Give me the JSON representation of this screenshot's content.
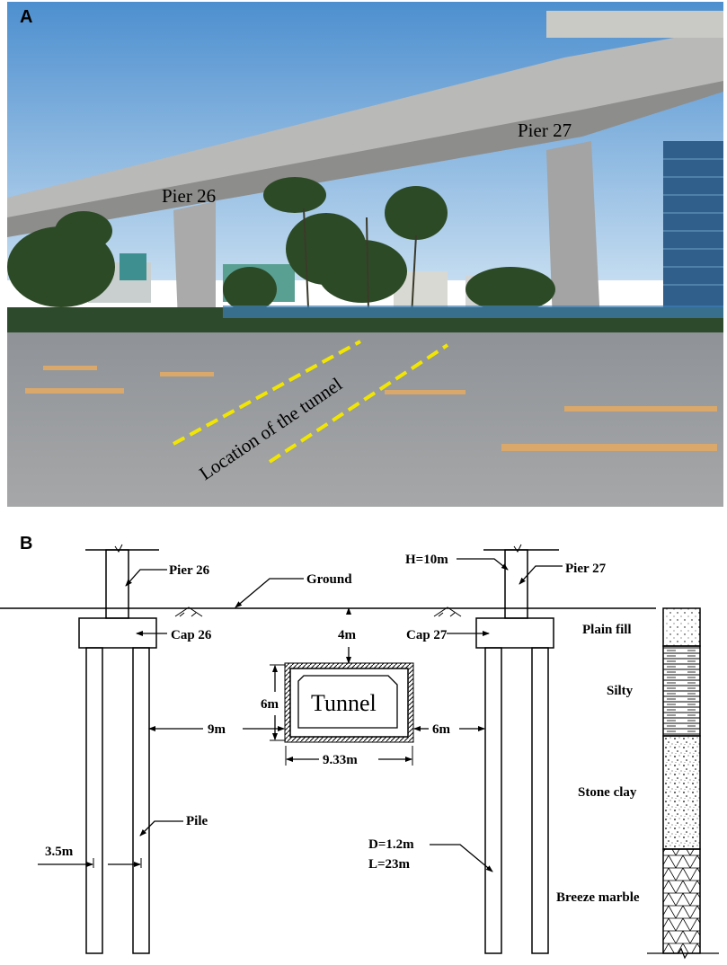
{
  "panels": {
    "a_label": "A",
    "b_label": "B"
  },
  "photo": {
    "pier_left": "Pier 26",
    "pier_right": "Pier 27",
    "tunnel_location": "Location of the tunnel",
    "colors": {
      "sky_top": "#4d8fcf",
      "sky_bottom": "#b9d6ef",
      "bridge": "#b8b8b8",
      "road": "#9c9ea1",
      "tunnel_marker": "#f2e600"
    }
  },
  "diagram": {
    "pier26": "Pier 26",
    "pier27": "Pier 27",
    "ground": "Ground",
    "cap26": "Cap 26",
    "cap27": "Cap 27",
    "h_label": "H=10m",
    "depth_label": "4m",
    "tunnel": "Tunnel",
    "tunnel_height": "6m",
    "left_distance": "9m",
    "right_distance": "6m",
    "tunnel_width": "9.33m",
    "pile": "Pile",
    "pile_spacing": "3.5m",
    "pile_diameter": "D=1.2m",
    "pile_length": "L=23m",
    "soil_layers": [
      "Plain fill",
      "Silty",
      "Stone clay",
      "Breeze marble"
    ]
  }
}
